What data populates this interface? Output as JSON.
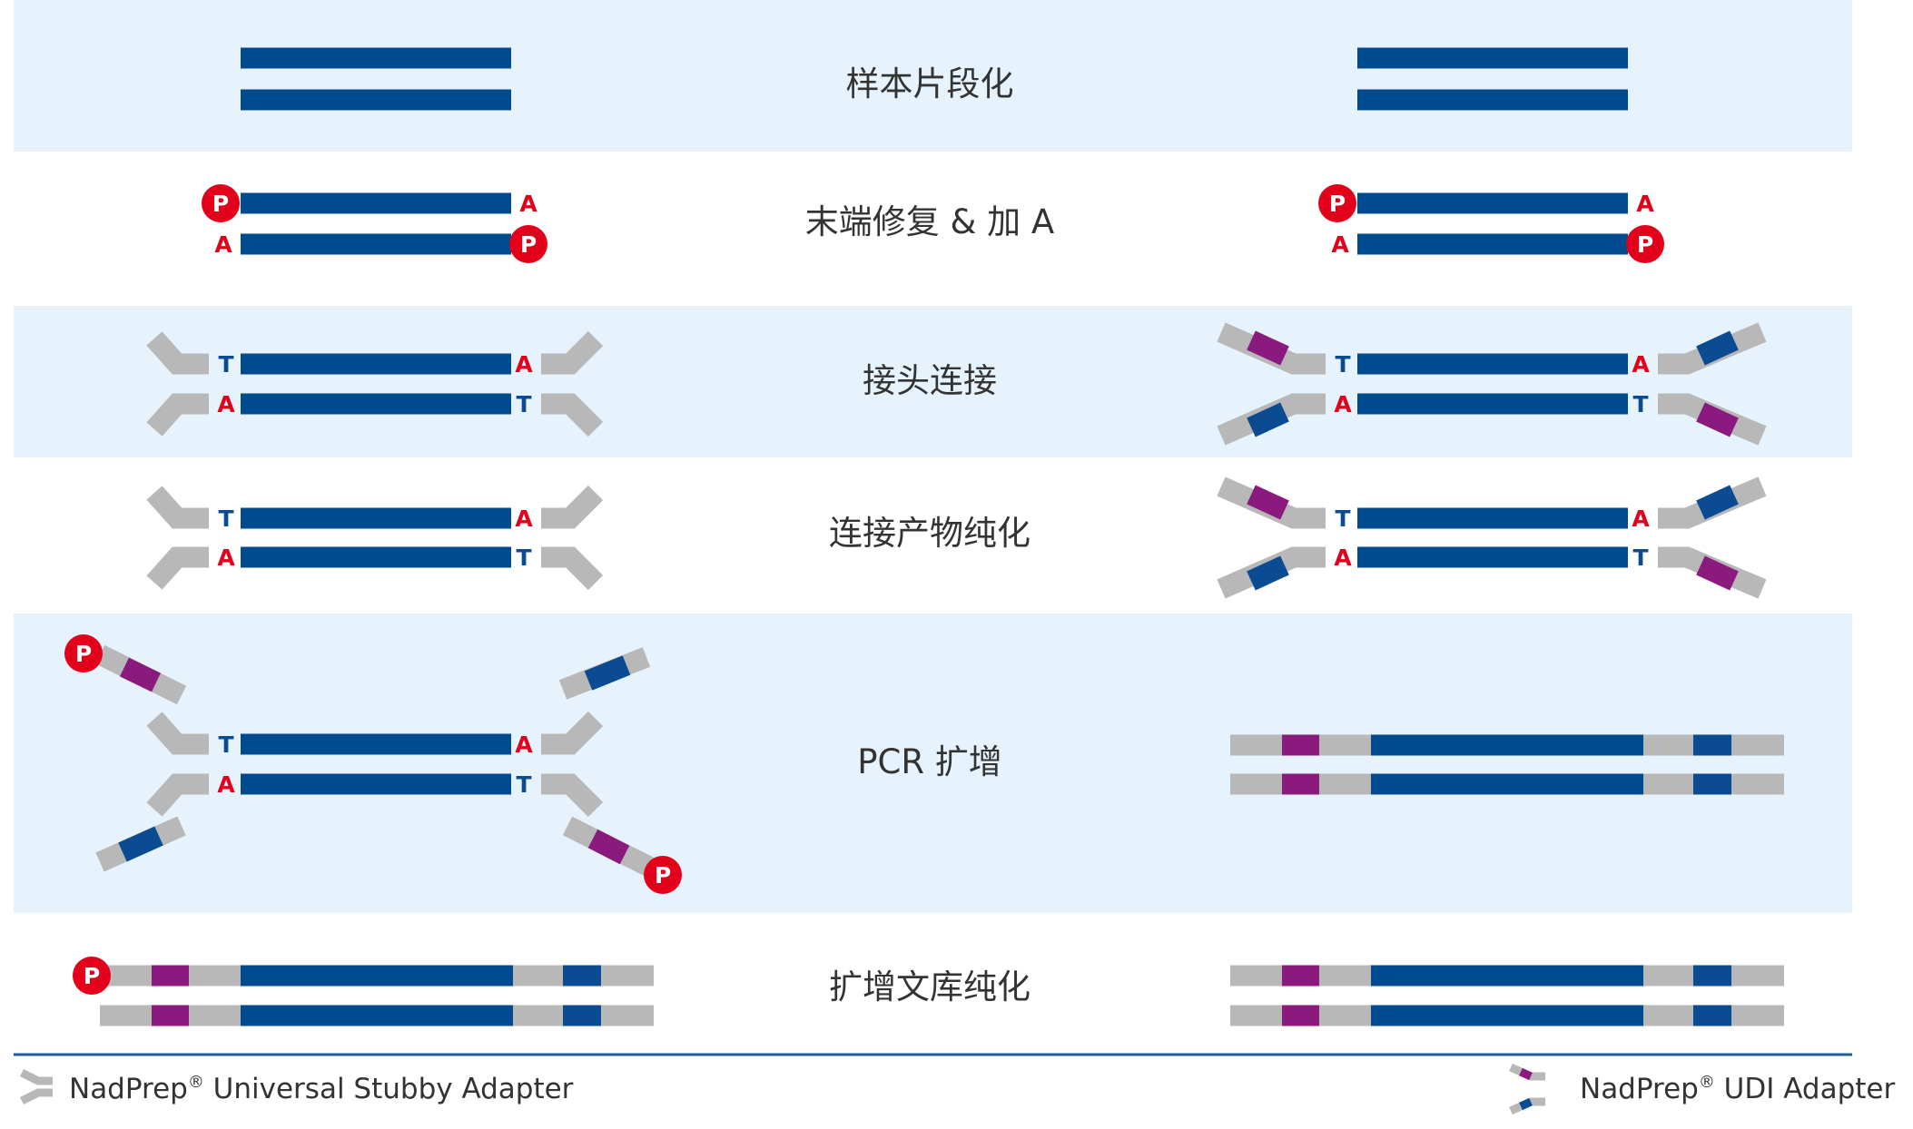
{
  "colors": {
    "band": "#e6f3fc",
    "dna": "#004a8f",
    "adapter": "#b8b8b8",
    "index_purple": "#8a1a7e",
    "index_blue": "#0a4b92",
    "phosphate": "#e2001a",
    "base_red": "#e2001a",
    "base_blue": "#0a4b92",
    "rule": "#1f5c97"
  },
  "steps": [
    {
      "label": "样本片段化"
    },
    {
      "label": "末端修复 & 加 A"
    },
    {
      "label": "接头连接"
    },
    {
      "label": "连接产物纯化"
    },
    {
      "label": "PCR 扩增"
    },
    {
      "label": "扩增文库纯化"
    }
  ],
  "glyphs": {
    "phosphate": "P",
    "a_tail": "A",
    "t_overhang": "T"
  },
  "legend": {
    "stubby": {
      "name": "NadPrep",
      "mark": "®",
      "rest": " Universal Stubby Adapter"
    },
    "udi": {
      "name": "NadPrep",
      "mark": "®",
      "rest": " UDI Adapter"
    }
  }
}
